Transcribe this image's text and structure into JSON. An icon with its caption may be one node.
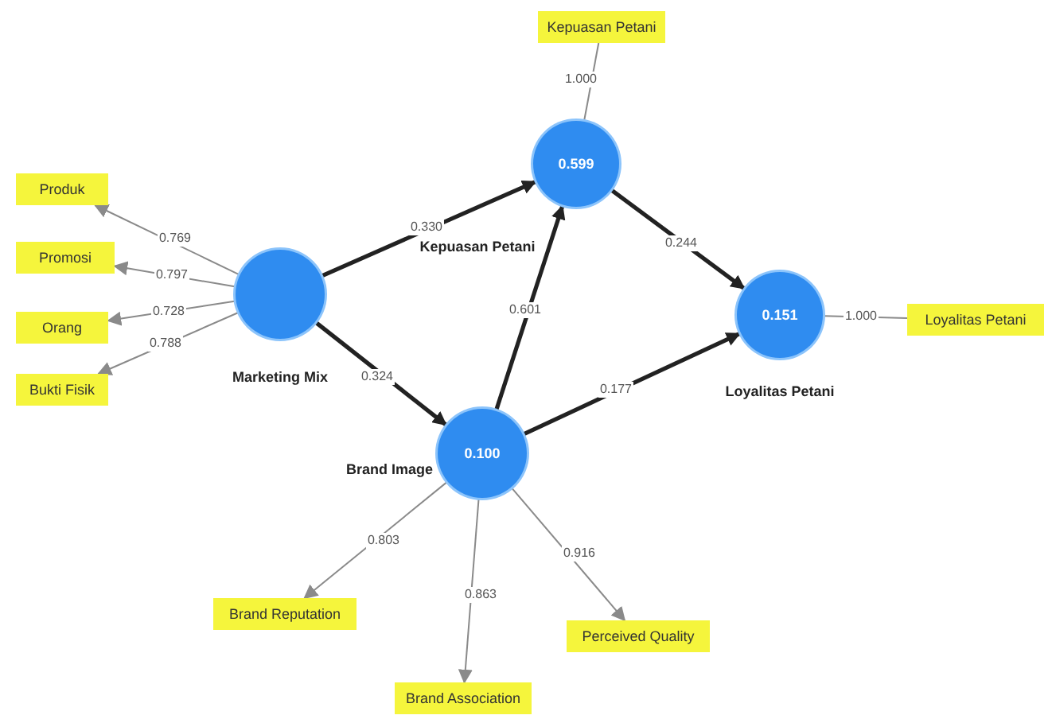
{
  "diagram": {
    "nodes": [
      {
        "text": [
          "Kepuasan Petani"
        ]
      },
      {
        "text": [
          "Produk"
        ]
      },
      {
        "text": [
          "Promosi"
        ]
      },
      {
        "text": [
          "Orang"
        ]
      },
      {
        "text": [
          "Bukti Fisik"
        ]
      },
      {
        "text": [
          "Marketing Mix"
        ]
      },
      {
        "text": [
          "0.599",
          "Kepuasan Petani"
        ]
      },
      {
        "text": [
          "0.151",
          "Loyalitas Petani"
        ]
      },
      {
        "text": [
          "Loyalitas Petani"
        ]
      },
      {
        "text": [
          "0.100",
          "Brand Image"
        ]
      },
      {
        "text": [
          "Brand Reputation"
        ]
      },
      {
        "text": [
          "Brand Association"
        ]
      },
      {
        "text": [
          "Perceived Quality"
        ]
      }
    ],
    "edges": [
      {
        "from": 5,
        "to": 1,
        "arrow": "to",
        "label": "0.769"
      },
      {
        "from": 5,
        "to": 2,
        "arrow": "to",
        "label": "0.797"
      },
      {
        "from": 5,
        "to": 3,
        "arrow": "to",
        "label": "0.728"
      },
      {
        "from": 5,
        "to": 4,
        "arrow": "to",
        "label": "0.788"
      },
      {
        "from": 6,
        "to": 0,
        "arrow": "none",
        "label": "1.000"
      },
      {
        "from": 7,
        "to": 8,
        "arrow": "none",
        "label": "1.000"
      },
      {
        "from": 5,
        "to": 6,
        "arrow": "to",
        "label": "0.330",
        "style": "thick",
        "color": "#222222"
      },
      {
        "from": 5,
        "to": 9,
        "arrow": "to",
        "label": "0.324",
        "style": "thick",
        "color": "#222222"
      },
      {
        "from": 9,
        "to": 6,
        "arrow": "to",
        "label": "0.601",
        "style": "thick",
        "color": "#222222"
      },
      {
        "from": 6,
        "to": 7,
        "arrow": "to",
        "label": "0.244",
        "style": "thick",
        "color": "#222222"
      },
      {
        "from": 9,
        "to": 7,
        "arrow": "to",
        "label": "0.177",
        "style": "thick",
        "color": "#222222"
      },
      {
        "from": 9,
        "to": 10,
        "arrow": "to",
        "label": "0.803"
      },
      {
        "from": 9,
        "to": 11,
        "arrow": "to",
        "label": "0.863"
      },
      {
        "from": 9,
        "to": 12,
        "arrow": "to",
        "label": "0.916"
      }
    ]
  }
}
